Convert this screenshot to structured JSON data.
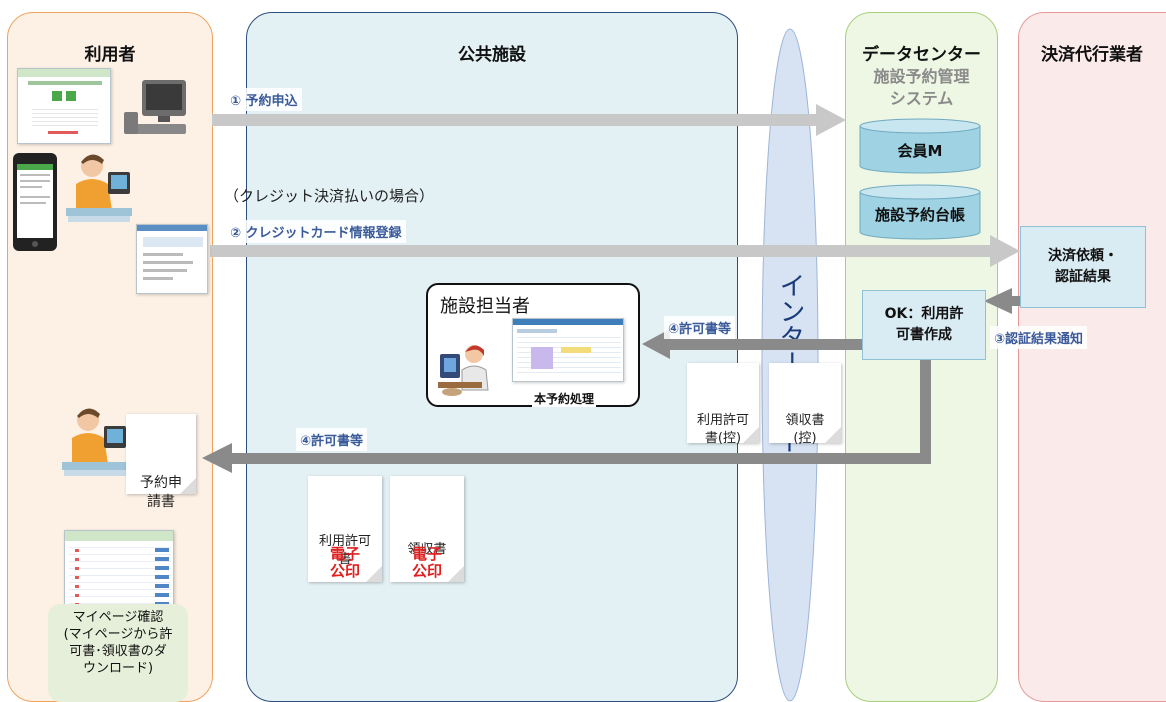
{
  "lanes": {
    "user": "利用者",
    "facility": "公共施設",
    "datacenter": "データセンター",
    "payment": "決済代行業者"
  },
  "system": {
    "title": "施設予約管理\nシステム",
    "db_member": "会員M",
    "db_ledger": "施設予約台帳"
  },
  "internet": "インターネット",
  "arrows": {
    "step1": "① 予約申込",
    "credit_case": "（クレジット決済払いの場合）",
    "step2": "② クレジットカード情報登録",
    "step3": "③認証結果通知",
    "step4a": "④許可書等",
    "step4b": "④許可書等"
  },
  "boxes": {
    "settlement": "決済依頼・\n認証結果",
    "ok_permit": "OK：利用許\n可書作成"
  },
  "staff": {
    "title": "施設担当者",
    "process": "本予約処理"
  },
  "documents": {
    "permit_copy": "利用許可\n書(控)",
    "receipt_copy": "領収書\n(控)",
    "application": "予約申\n請書",
    "permit": "利用許可\n書",
    "receipt": "領収書",
    "seal": "電子\n公印"
  },
  "mypage": "マイページ確認\n(マイページから許\n可書･領収書のダ\nウンロード)",
  "colors": {
    "user_lane": "#fdf1e6",
    "user_border": "#f0a35e",
    "facility_lane": "#e3f0f4",
    "facility_border": "#2c4f7c",
    "dc_lane": "#eef6e4",
    "dc_border": "#a8cf7e",
    "payment_lane": "#fbeaea",
    "payment_border": "#e49a9a",
    "internet": "#c9d9ef",
    "arrow_light": "#c8c8c8",
    "arrow_dark": "#8a8a8a",
    "label_blue": "#3a5a9a",
    "seal_red": "#e02020"
  }
}
